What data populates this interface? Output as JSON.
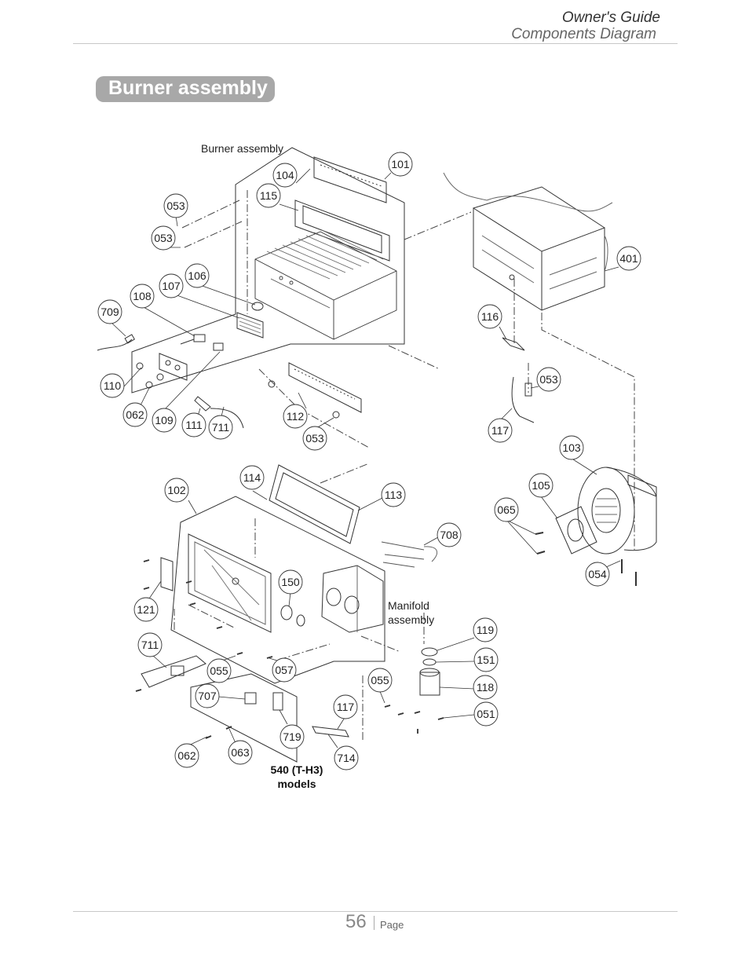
{
  "header": {
    "guide": "Owner's Guide",
    "section": "Components Diagram"
  },
  "title": "Burner assembly",
  "labels": {
    "burner_assembly": "Burner assembly",
    "manifold_line1": "Manifold",
    "manifold_line2": "assembly",
    "models_line1": "540 (T-H3)",
    "models_line2": "models"
  },
  "callouts": {
    "c101": "101",
    "c104": "104",
    "c115": "115",
    "c053a": "053",
    "c053b": "053",
    "c106": "106",
    "c107": "107",
    "c108": "108",
    "c709": "709",
    "c401": "401",
    "c116": "116",
    "c053c": "053",
    "c110": "110",
    "c062a": "062",
    "c109": "109",
    "c111": "111",
    "c711a": "711",
    "c112": "112",
    "c053d": "053",
    "c117a": "117",
    "c103": "103",
    "c114": "114",
    "c102": "102",
    "c113": "113",
    "c105": "105",
    "c065": "065",
    "c708": "708",
    "c054": "054",
    "c150": "150",
    "c121": "121",
    "c119": "119",
    "c151": "151",
    "c711b": "711",
    "c055a": "055",
    "c057": "057",
    "c055b": "055",
    "c118": "118",
    "c707": "707",
    "c117b": "117",
    "c051": "051",
    "c719": "719",
    "c062b": "062",
    "c063": "063",
    "c714": "714"
  },
  "footer": {
    "page_number": "56",
    "page_label": "Page"
  }
}
